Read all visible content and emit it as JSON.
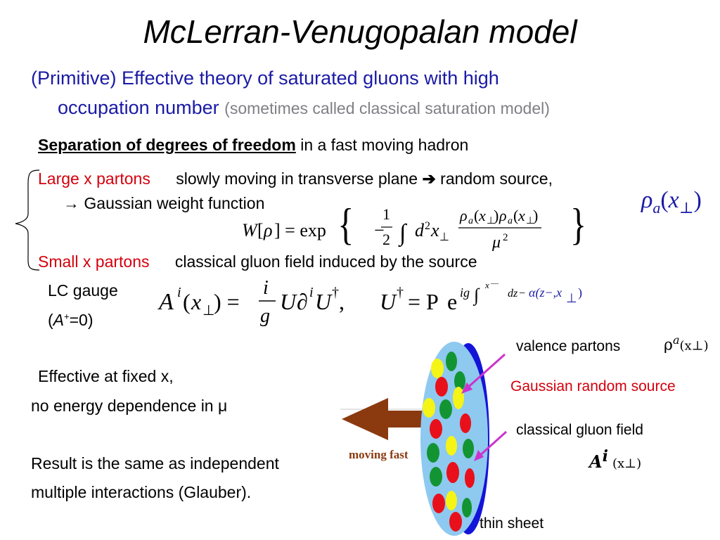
{
  "title": "McLerran-Venugopalan model",
  "intro": {
    "line1": "(Primitive) Effective theory of saturated gluons with high",
    "line2_main": "occupation number",
    "line2_note": "(sometimes called classical saturation model)"
  },
  "separation": {
    "bold": "Separation of degrees of freedom",
    "rest": "in a fast moving hadron"
  },
  "large_x": {
    "label": "Large x partons",
    "desc": "slowly moving in transverse plane",
    "arrow": "➔",
    "desc2": "random source,",
    "line2": "→ Gaussian weight function"
  },
  "small_x": {
    "label": "Small x partons",
    "desc": "classical gluon field induced by the source"
  },
  "gauge": {
    "line1": "LC gauge",
    "open": "(",
    "var": "A",
    "sup": "+",
    "rest": "=0)"
  },
  "effective": {
    "line1": "Effective at fixed x,",
    "line2": "no energy dependence in μ"
  },
  "result": {
    "line1": "Result is the same as independent",
    "line2": "multiple interactions (Glauber)."
  },
  "diagram": {
    "valence_label": "valence partons",
    "valence_symbol": "ρ",
    "valence_sup": "a",
    "valence_arg": "(x⊥)",
    "gaussian_label": "Gaussian random source",
    "gluon_label": "classical gluon field",
    "gluon_symbol": "A",
    "gluon_sup": "i",
    "gluon_arg": "(x⊥)",
    "moving_label": "moving fast",
    "sheet_label": "thin sheet"
  },
  "formulas": {
    "weight": "W[ρ] = exp { −½ ∫ d²x⊥ ρ_a(x⊥)ρ_a(x⊥)/μ² }",
    "field": "A^i(x⊥) = (i/g) U ∂^i U†,   U† = P e^{ig ∫ dz⁻ α(z⁻, x⊥)}",
    "rho_label": "ρ_a(x⊥)"
  },
  "colors": {
    "title": "#000000",
    "blue_text": "#1a1aa6",
    "red_text": "#d4000d",
    "gray_text": "#7f7f86",
    "disk_fill": "#8ec9f0",
    "disk_edge": "#1414d8",
    "arrow": "#8b3a10",
    "pointer": "#cc33cc",
    "parton_red": "#e8101a",
    "parton_green": "#139433",
    "parton_yellow": "#f4f417"
  }
}
